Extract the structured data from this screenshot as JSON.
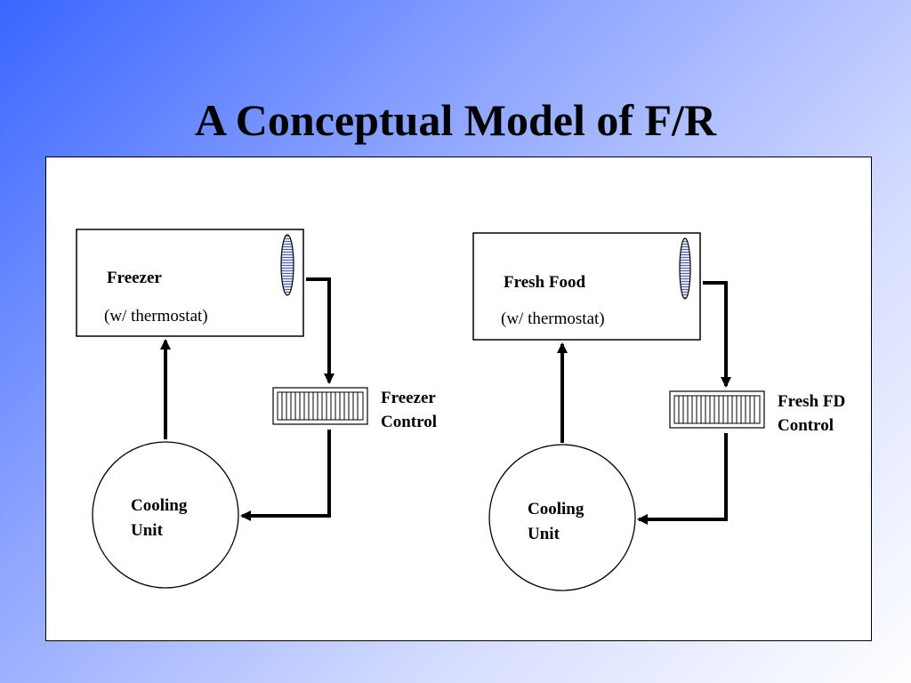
{
  "slide": {
    "title": "A Conceptual Model of F/R"
  },
  "left": {
    "compartment_name": "Freezer",
    "compartment_note": "(w/ thermostat)",
    "control_line1": "Freezer",
    "control_line2": "Control",
    "unit_line1": "Cooling",
    "unit_line2": "Unit"
  },
  "right": {
    "compartment_name": "Fresh Food",
    "compartment_note": "(w/ thermostat)",
    "control_line1": "Fresh FD",
    "control_line2": "Control",
    "unit_line1": "Cooling",
    "unit_line2": "Unit"
  }
}
